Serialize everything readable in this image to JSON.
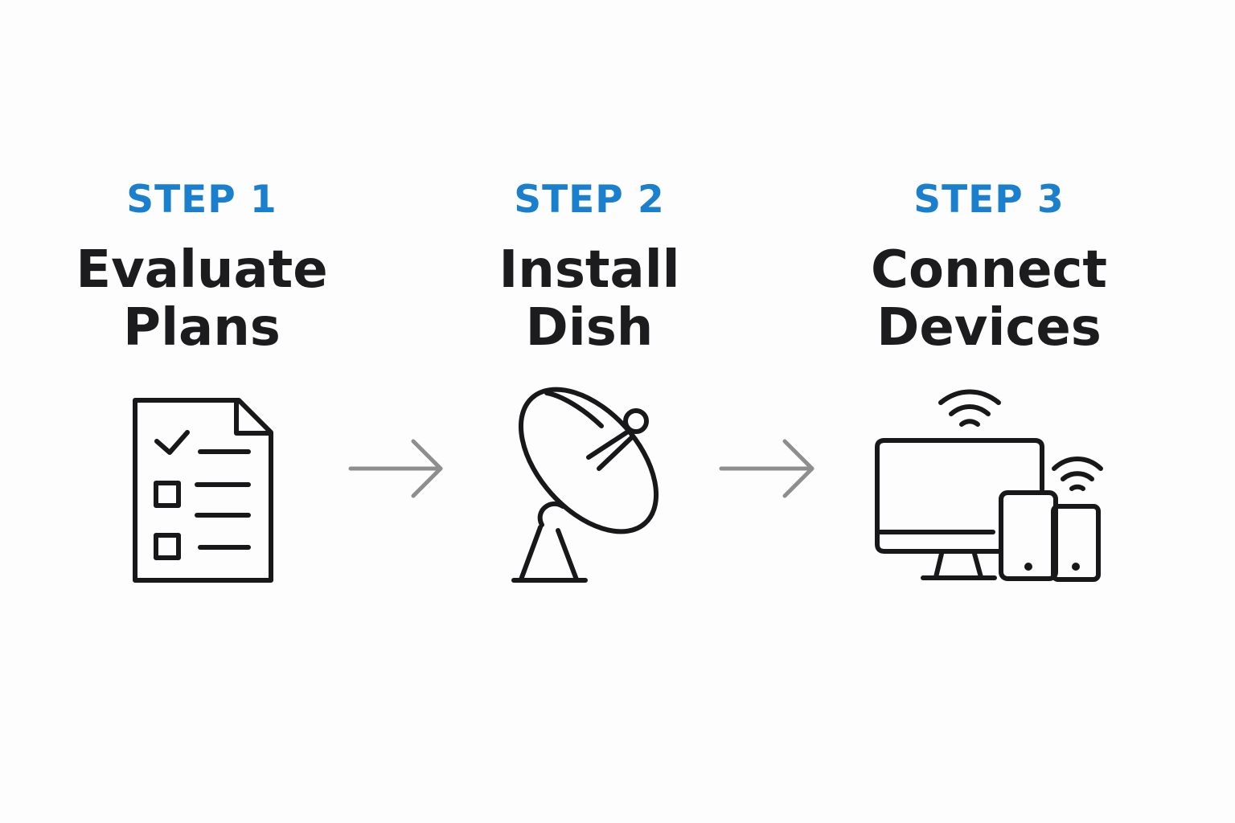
{
  "colors": {
    "accent": "#1a7fcc",
    "text": "#1c1c1e",
    "icon_stroke": "#18181a",
    "arrow": "#8e8e8e",
    "background": "#fdfdfd"
  },
  "steps": [
    {
      "label": "STEP 1",
      "title_line1": "Evaluate",
      "title_line2": "Plans",
      "icon": "checklist-document-icon"
    },
    {
      "label": "STEP 2",
      "title_line1": "Install",
      "title_line2": "Dish",
      "icon": "satellite-dish-icon"
    },
    {
      "label": "STEP 3",
      "title_line1": "Connect",
      "title_line2": "Devices",
      "icon": "connected-devices-icon"
    }
  ],
  "connectors": [
    "arrow-right-icon",
    "arrow-right-icon"
  ]
}
